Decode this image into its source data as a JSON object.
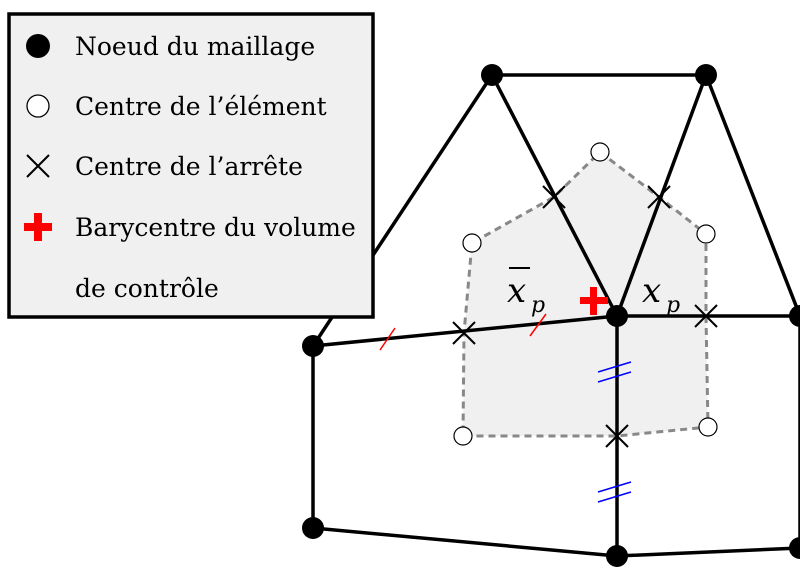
{
  "legend": {
    "node": "Noeud du maillage",
    "element_center": "Centre de l’élément",
    "edge_center": "Centre de l’arrête",
    "barycenter_line1": "Barycentre du volume",
    "barycenter_line2": "de contrôle"
  },
  "labels": {
    "xbar_main": "x",
    "xbar_sub": "p",
    "x_main": "x",
    "x_sub": "p"
  },
  "colors": {
    "mesh": "#000000",
    "control_volume_fill": "#f0f0f0",
    "control_volume_border": "#888888",
    "barycenter": "#ff0000",
    "equal_marks_left": "#ff0000",
    "equal_marks_right": "#0000ff",
    "legend_background": "#f0f0f0"
  },
  "icons": {
    "node": "filled-circle",
    "element_center": "open-circle",
    "edge_center": "x-cross",
    "barycenter": "red-plus"
  }
}
